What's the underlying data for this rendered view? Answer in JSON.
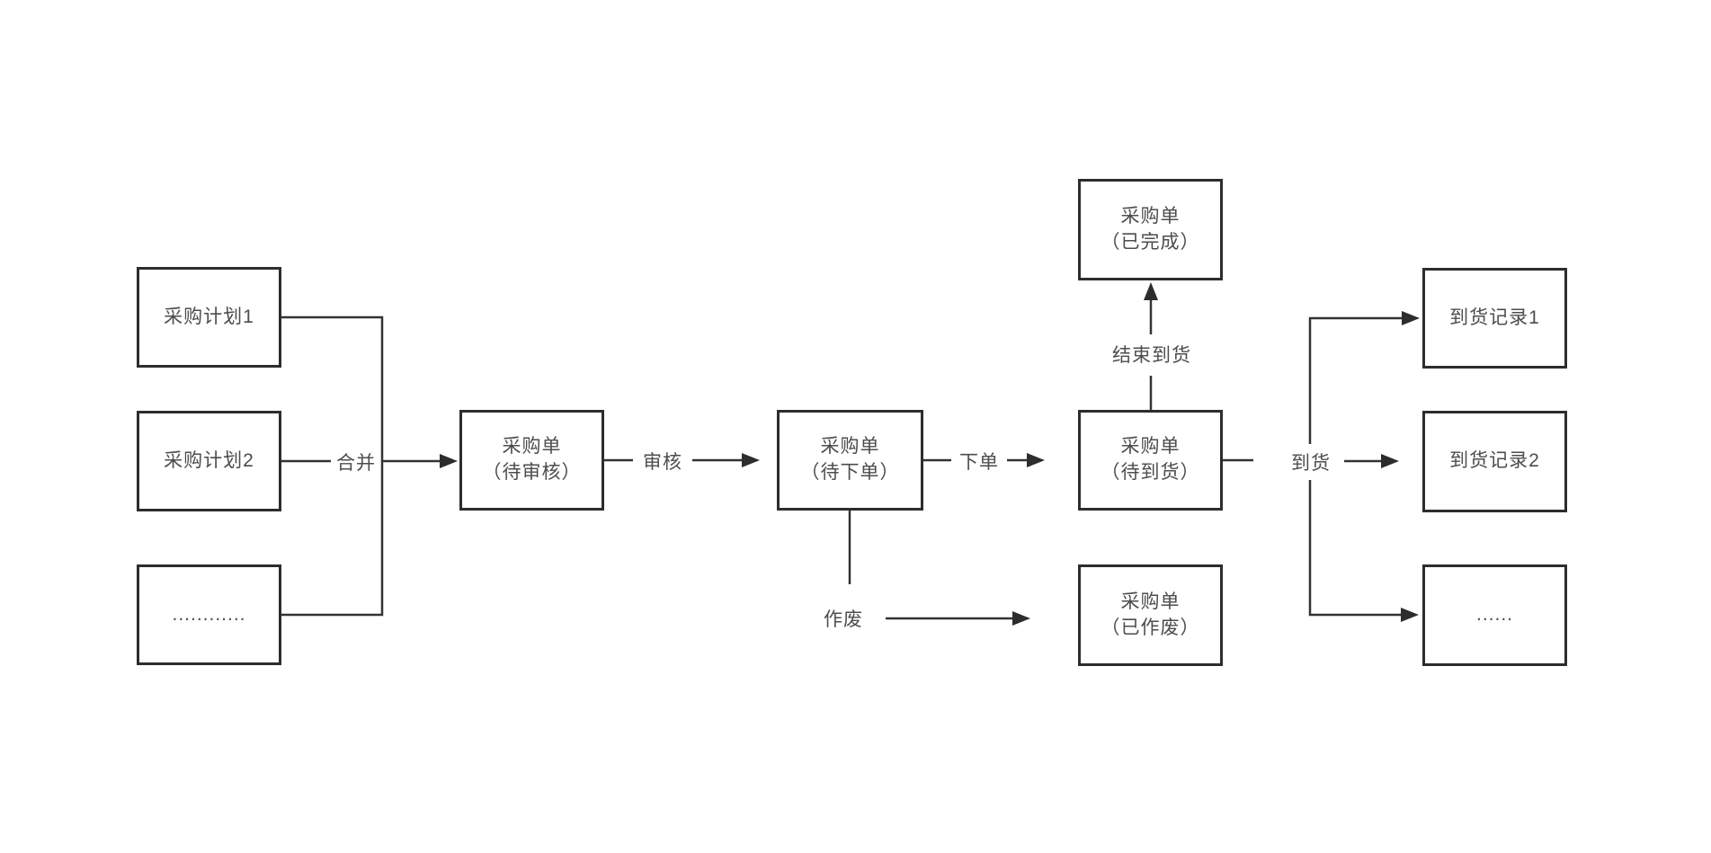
{
  "diagram": {
    "background_color": "#ffffff",
    "colors": {
      "box_border": "#2d2d2d",
      "connector_line": "#333333",
      "text": "#4d4d4d"
    },
    "nodes": {
      "plan1": {
        "label": "采购计划1"
      },
      "plan2": {
        "label": "采购计划2"
      },
      "plan_more": {
        "label": "............"
      },
      "po_review": {
        "label": "采购单\n（待审核）"
      },
      "po_order": {
        "label": "采购单\n（待下单）"
      },
      "po_arrive": {
        "label": "采购单\n（待到货）"
      },
      "po_done": {
        "label": "采购单\n（已完成）"
      },
      "po_void": {
        "label": "采购单\n（已作废）"
      },
      "rec1": {
        "label": "到货记录1"
      },
      "rec2": {
        "label": "到货记录2"
      },
      "rec_more": {
        "label": "......"
      }
    },
    "edge_labels": {
      "merge": "合并",
      "review": "审核",
      "place_order": "下单",
      "void": "作废",
      "finish_arrival": "结束到货",
      "arrival": "到货"
    }
  }
}
